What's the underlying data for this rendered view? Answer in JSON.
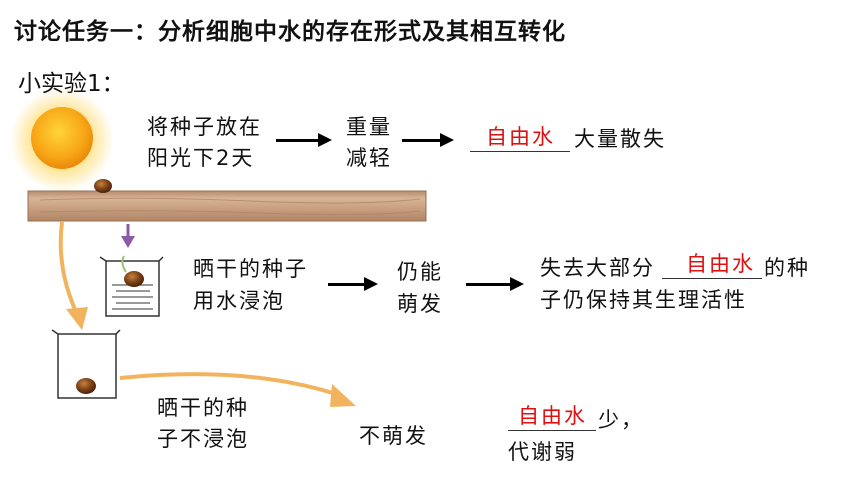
{
  "title": "讨论任务一：分析细胞中水的存在形式及其相互转化",
  "subtitle": "小实验1：",
  "row1": {
    "step_line1": "将种子放在",
    "step_line2": "阳光下2天",
    "result_line1": "重量",
    "result_line2": "减轻",
    "answer": "自由水",
    "conclusion": "大量散失"
  },
  "row2": {
    "step_line1": "晒干的种子",
    "step_line2": "用水浸泡",
    "result_line1": "仍能",
    "result_line2": "萌发",
    "conclusion_prefix": "失去大部分",
    "answer": "自由水",
    "conclusion_suffix": "的种",
    "conclusion_line2": "子仍保持其生理活性"
  },
  "row3": {
    "step_line1": "晒干的种",
    "step_line2": "子不浸泡",
    "result": "不萌发",
    "answer": "自由水",
    "conclusion_suffix": "少，",
    "conclusion_line2": "代谢弱"
  },
  "colors": {
    "answer_red": "#e01010",
    "plank": "#c9a384",
    "sun_core": "#f7a516",
    "purple_arrow": "#8d5aa8",
    "orange_arrow": "#f2b35f"
  }
}
